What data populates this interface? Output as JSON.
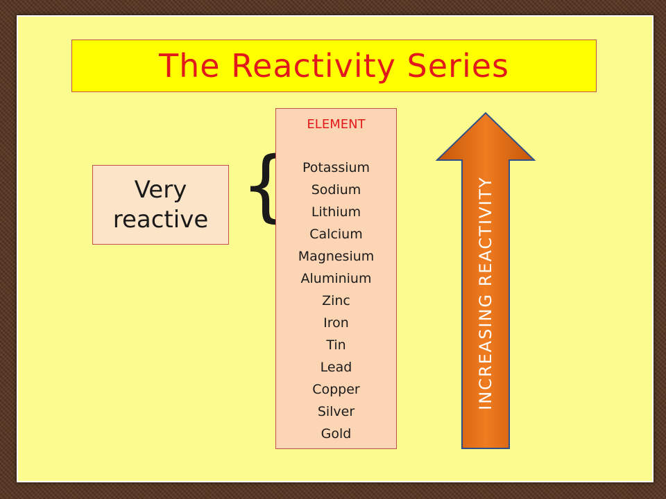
{
  "slide": {
    "title": "The Reactivity Series",
    "very_reactive_label": "Very reactive",
    "brace_glyph": "{",
    "element_header": "ELEMENT",
    "elements": [
      "Potassium",
      "Sodium",
      "Lithium",
      "Calcium",
      "Magnesium",
      "Aluminium",
      "Zinc",
      "Iron",
      "Tin",
      "Lead",
      "Copper",
      "Silver",
      "Gold"
    ],
    "arrow_label": "INCREASING REACTIVITY"
  },
  "colors": {
    "board_background": "#fbfb8f",
    "title_background": "#ffff00",
    "title_text": "#e2191b",
    "element_box_background": "#fcd5b5",
    "reactive_box_background": "#fce4c8",
    "arrow_fill": "#e46c0a",
    "frame": "#5a3a26"
  }
}
